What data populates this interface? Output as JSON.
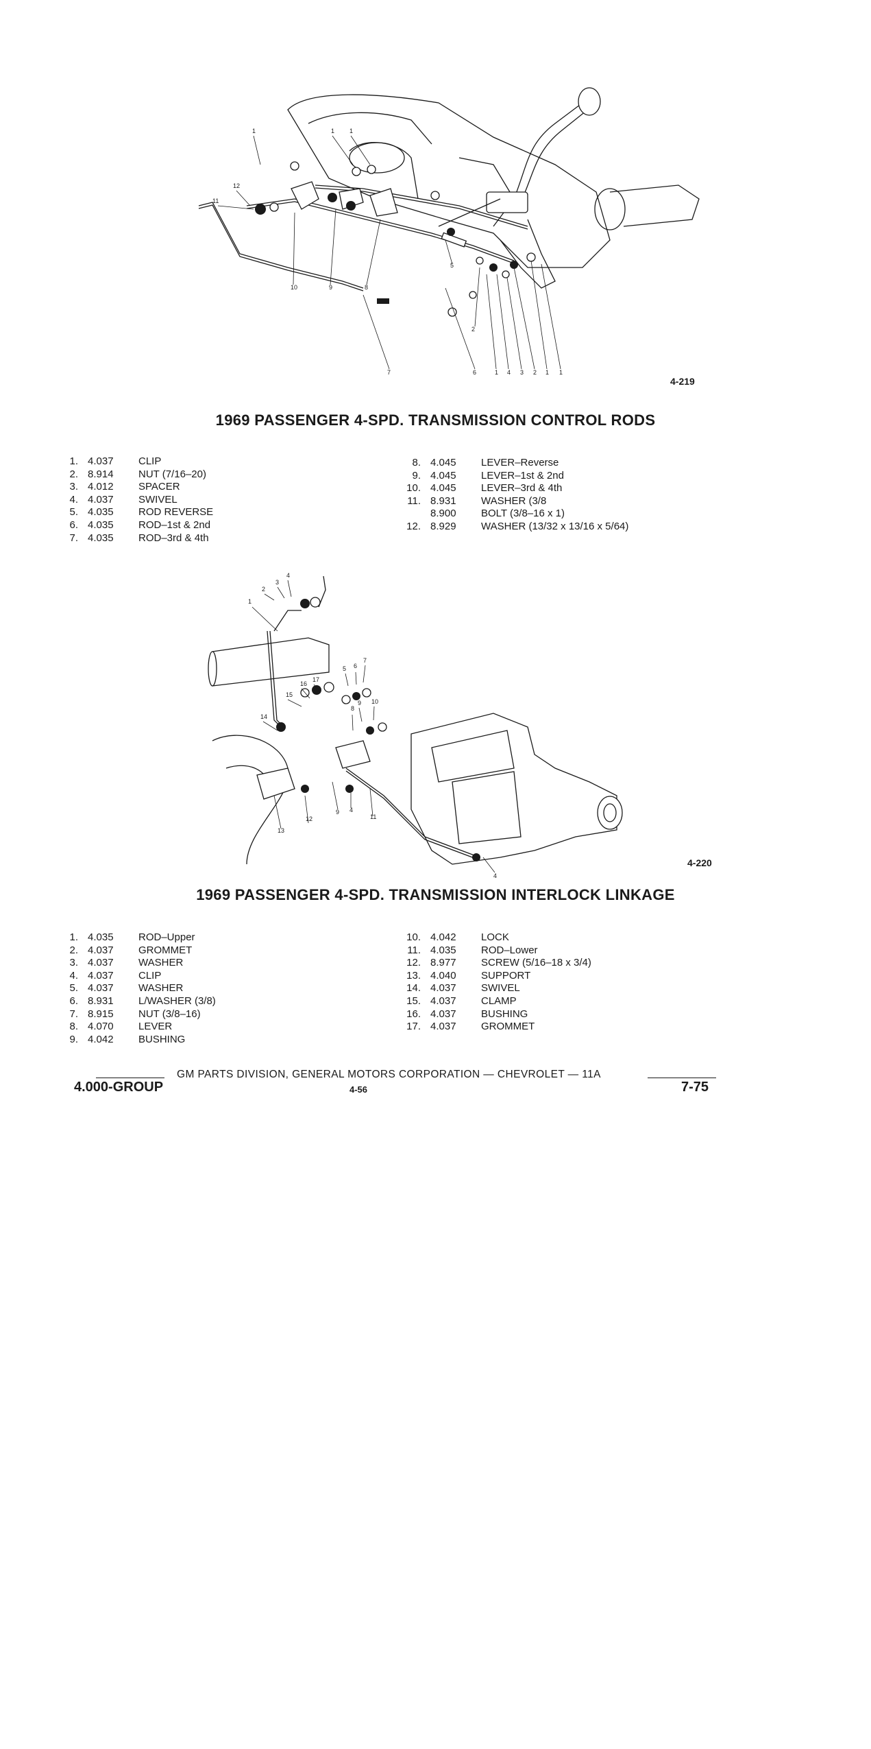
{
  "figure1": {
    "code": "4-219",
    "title": "1969 PASSENGER 4-SPD. TRANSMISSION CONTROL RODS",
    "callouts": [
      "1",
      "1",
      "1",
      "12",
      "11",
      "10",
      "9",
      "8",
      "5",
      "2",
      "1",
      "4",
      "3",
      "2",
      "1",
      "1",
      "6",
      "7"
    ],
    "parts_left": [
      {
        "num": "1.",
        "code": "4.037",
        "desc": "CLIP"
      },
      {
        "num": "2.",
        "code": "8.914",
        "desc": "NUT (7/16–20)"
      },
      {
        "num": "3.",
        "code": "4.012",
        "desc": "SPACER"
      },
      {
        "num": "4.",
        "code": "4.037",
        "desc": "SWIVEL"
      },
      {
        "num": "5.",
        "code": "4.035",
        "desc": "ROD REVERSE"
      },
      {
        "num": "6.",
        "code": "4.035",
        "desc": "ROD–1st & 2nd"
      },
      {
        "num": "7.",
        "code": "4.035",
        "desc": "ROD–3rd & 4th"
      }
    ],
    "parts_right": [
      {
        "num": "8.",
        "code": "4.045",
        "desc": "LEVER–Reverse"
      },
      {
        "num": "9.",
        "code": "4.045",
        "desc": "LEVER–1st & 2nd"
      },
      {
        "num": "10.",
        "code": "4.045",
        "desc": "LEVER–3rd & 4th"
      },
      {
        "num": "11.",
        "code": "8.931",
        "desc": "WASHER (3/8"
      },
      {
        "num": "",
        "code": "8.900",
        "desc": "BOLT (3/8–16 x 1)"
      },
      {
        "num": "12.",
        "code": "8.929",
        "desc": "WASHER (13/32 x 13/16 x 5/64)"
      }
    ]
  },
  "figure2": {
    "code": "4-220",
    "title": "1969 PASSENGER 4-SPD. TRANSMISSION INTERLOCK LINKAGE",
    "callouts": [
      "1",
      "2",
      "3",
      "4",
      "5",
      "6",
      "7",
      "8",
      "9",
      "10",
      "14",
      "15",
      "16",
      "17",
      "13",
      "12",
      "9",
      "4",
      "11",
      "4"
    ],
    "parts_left": [
      {
        "num": "1.",
        "code": "4.035",
        "desc": "ROD–Upper"
      },
      {
        "num": "2.",
        "code": "4.037",
        "desc": "GROMMET"
      },
      {
        "num": "3.",
        "code": "4.037",
        "desc": "WASHER"
      },
      {
        "num": "4.",
        "code": "4.037",
        "desc": "CLIP"
      },
      {
        "num": "5.",
        "code": "4.037",
        "desc": "WASHER"
      },
      {
        "num": "6.",
        "code": "8.931",
        "desc": "L/WASHER (3/8)"
      },
      {
        "num": "7.",
        "code": "8.915",
        "desc": "NUT (3/8–16)"
      },
      {
        "num": "8.",
        "code": "4.070",
        "desc": "LEVER"
      },
      {
        "num": "9.",
        "code": "4.042",
        "desc": "BUSHING"
      }
    ],
    "parts_right": [
      {
        "num": "10.",
        "code": "4.042",
        "desc": "LOCK"
      },
      {
        "num": "11.",
        "code": "4.035",
        "desc": "ROD–Lower"
      },
      {
        "num": "12.",
        "code": "8.977",
        "desc": "SCREW (5/16–18 x 3/4)"
      },
      {
        "num": "13.",
        "code": "4.040",
        "desc": "SUPPORT"
      },
      {
        "num": "14.",
        "code": "4.037",
        "desc": "SWIVEL"
      },
      {
        "num": "15.",
        "code": "4.037",
        "desc": "CLAMP"
      },
      {
        "num": "16.",
        "code": "4.037",
        "desc": "BUSHING"
      },
      {
        "num": "17.",
        "code": "4.037",
        "desc": "GROMMET"
      }
    ]
  },
  "footer": {
    "publisher": "GM PARTS DIVISION, GENERAL MOTORS CORPORATION — CHEVROLET — 11A",
    "group": "4.000-GROUP",
    "page": "4-56",
    "right": "7-75"
  }
}
